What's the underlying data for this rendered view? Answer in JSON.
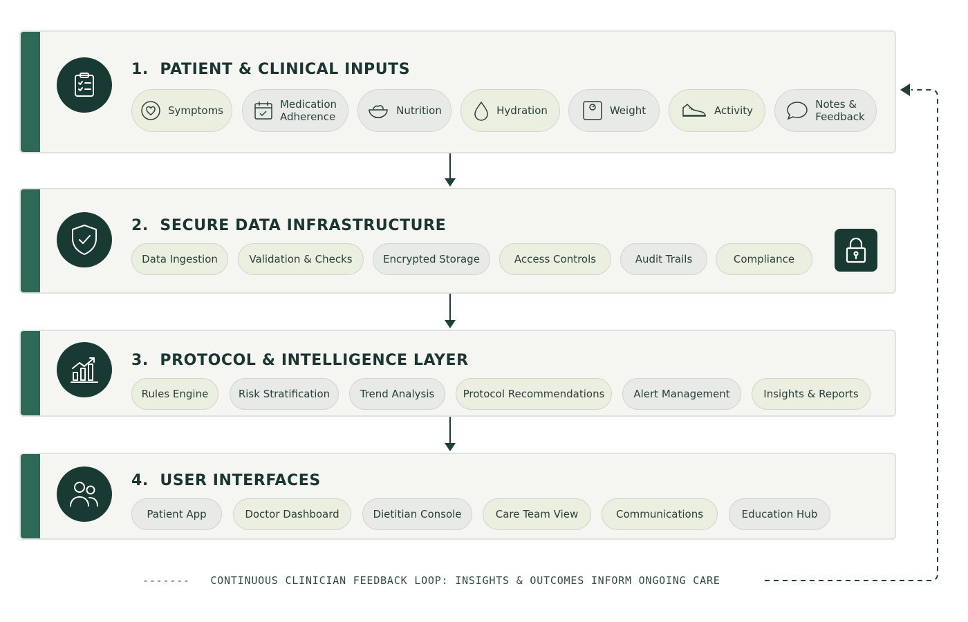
{
  "layers": [
    {
      "number": "1.",
      "title": "PATIENT & CLINICAL INPUTS",
      "items": [
        "Symptoms",
        "Medication\nAdherence",
        "Nutrition",
        "Hydration",
        "Weight",
        "Activity",
        "Notes &\nFeedback"
      ],
      "item_icons": [
        "heart-icon",
        "calendar-check-icon",
        "bowl-icon",
        "droplet-icon",
        "scale-icon",
        "shoe-icon",
        "speech-bubble-icon"
      ],
      "icon": "clipboard-icon"
    },
    {
      "number": "2.",
      "title": "SECURE DATA INFRASTRUCTURE",
      "items": [
        "Data Ingestion",
        "Validation & Checks",
        "Encrypted Storage",
        "Access Controls",
        "Audit Trails",
        "Compliance"
      ],
      "icon": "shield-check-icon",
      "side_icon": "padlock-icon"
    },
    {
      "number": "3.",
      "title": "PROTOCOL & INTELLIGENCE LAYER",
      "items": [
        "Rules Engine",
        "Risk Stratification",
        "Trend Analysis",
        "Protocol Recommendations",
        "Alert Management",
        "Insights & Reports"
      ],
      "icon": "growth-chart-icon"
    },
    {
      "number": "4.",
      "title": "USER INTERFACES",
      "items": [
        "Patient App",
        "Doctor Dashboard",
        "Dietitian Console",
        "Care Team View",
        "Communications",
        "Education Hub"
      ],
      "icon": "users-icon"
    }
  ],
  "feedback_loop": {
    "label": "CONTINUOUS CLINICIAN FEEDBACK LOOP: INSIGHTS & OUTCOMES INFORM ONGOING CARE",
    "lead_dashes": "-------"
  },
  "colors": {
    "accent_bar": "#2e6857",
    "icon_circle": "#183a33",
    "pill_green": "#ebefdf",
    "pill_grey": "#e7eae7",
    "panel_bg": "#f5f6f2"
  }
}
